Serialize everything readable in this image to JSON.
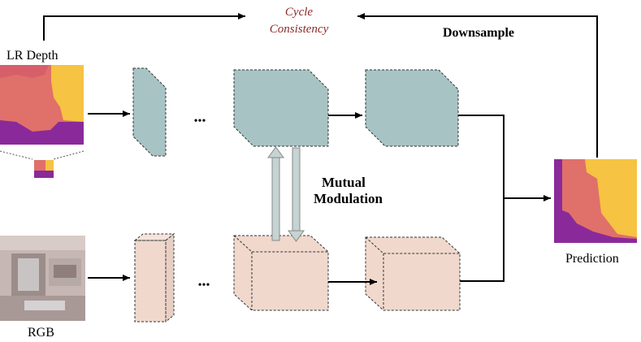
{
  "labels": {
    "lr_depth": "LR Depth",
    "rgb": "RGB",
    "prediction": "Prediction",
    "cycle_line1": "Cycle",
    "cycle_line2": "Consistency",
    "downsample": "Downsample",
    "mutual_line1": "Mutual",
    "mutual_line2": "Modulation",
    "ellipsis": "•••"
  },
  "colors": {
    "depth_feature": "#a7c3c3",
    "rgb_feature": "#f0d8cc",
    "cycle_text": "#8b2a2a",
    "depth_magenta": "#8a2a9a",
    "depth_salmon": "#e0706a",
    "depth_yellow": "#f6c342"
  }
}
